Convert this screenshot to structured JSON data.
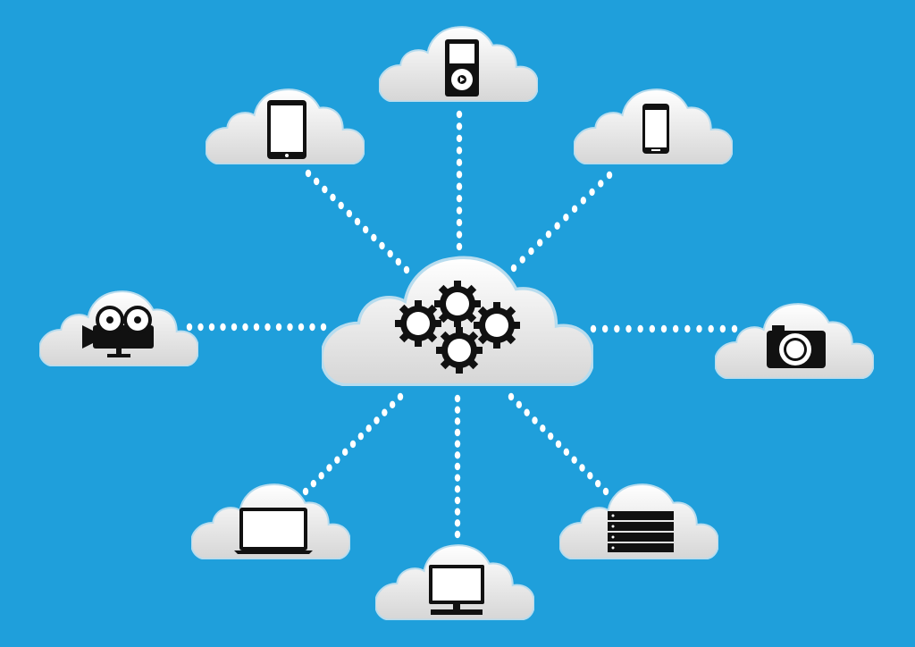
{
  "colors": {
    "background": "#1f9fdb",
    "cloud_light": "#ffffff",
    "cloud_shade": "#d6d6d6",
    "cloud_outline": "#b8dcee",
    "connector": "#ffffff",
    "icon": "#111111",
    "icon_screen": "#ffffff"
  },
  "hub": {
    "name": "cloud-hub",
    "icon": "gears-icon"
  },
  "nodes": [
    {
      "id": "media-player",
      "icon": "media-player-icon"
    },
    {
      "id": "tablet",
      "icon": "tablet-icon"
    },
    {
      "id": "smartphone",
      "icon": "smartphone-icon"
    },
    {
      "id": "video-camera",
      "icon": "video-camera-icon"
    },
    {
      "id": "photo-camera",
      "icon": "photo-camera-icon"
    },
    {
      "id": "laptop",
      "icon": "laptop-icon"
    },
    {
      "id": "desktop",
      "icon": "desktop-monitor-icon"
    },
    {
      "id": "server",
      "icon": "server-rack-icon"
    }
  ],
  "connections": [
    {
      "from": "hub",
      "to": "media-player"
    },
    {
      "from": "hub",
      "to": "tablet"
    },
    {
      "from": "hub",
      "to": "smartphone"
    },
    {
      "from": "hub",
      "to": "video-camera"
    },
    {
      "from": "hub",
      "to": "photo-camera"
    },
    {
      "from": "hub",
      "to": "laptop"
    },
    {
      "from": "hub",
      "to": "desktop"
    },
    {
      "from": "hub",
      "to": "server"
    }
  ]
}
